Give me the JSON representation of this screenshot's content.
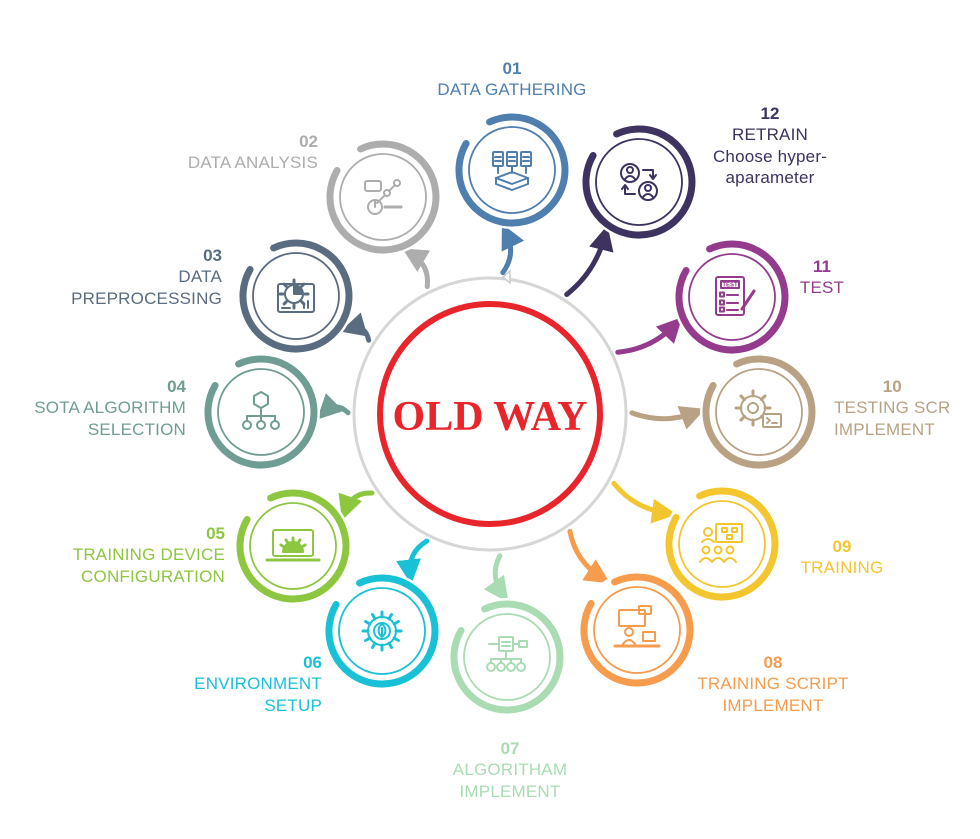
{
  "center": {
    "title": "OLD WAY",
    "color": "#e8252a"
  },
  "steps": [
    {
      "num": "01",
      "lines": [
        "DATA GATHERING"
      ],
      "color": "#4f7fae",
      "icon": "documents-upload-icon"
    },
    {
      "num": "02",
      "lines": [
        "DATA ANALYSIS"
      ],
      "color": "#adadad",
      "icon": "analytics-chart-icon"
    },
    {
      "num": "03",
      "lines": [
        "DATA",
        "PREPROCESSING"
      ],
      "color": "#5a6c80",
      "icon": "gear-report-icon"
    },
    {
      "num": "04",
      "lines": [
        "SOTA ALGORITHM",
        "SELECTION"
      ],
      "color": "#6f9d94",
      "icon": "hierarchy-tree-icon"
    },
    {
      "num": "05",
      "lines": [
        "TRAINING DEVICE",
        "CONFIGURATION"
      ],
      "color": "#8dc63f",
      "icon": "laptop-gear-icon"
    },
    {
      "num": "06",
      "lines": [
        "ENVIRONMENT",
        "SETUP"
      ],
      "color": "#19c1d6",
      "icon": "eco-gear-icon"
    },
    {
      "num": "07",
      "lines": [
        "ALGORITHAM",
        "IMPLEMENT"
      ],
      "color": "#a9dcb2",
      "icon": "flowchart-icon"
    },
    {
      "num": "08",
      "lines": [
        "TRAINING SCRIPT",
        "IMPLEMENT"
      ],
      "color": "#f79b4d",
      "icon": "presenter-desk-icon"
    },
    {
      "num": "09",
      "lines": [
        "TRAINING"
      ],
      "color": "#f3c630",
      "icon": "classroom-board-icon"
    },
    {
      "num": "10",
      "lines": [
        "TESTING SCR",
        "IMPLEMENT"
      ],
      "color": "#b9a283",
      "icon": "gear-terminal-icon"
    },
    {
      "num": "11",
      "lines": [
        "TEST"
      ],
      "color": "#943b8d",
      "icon": "test-clipboard-icon"
    },
    {
      "num": "12",
      "lines": [
        "RETRAIN",
        "Choose hyper-",
        "aparameter"
      ],
      "color": "#3d3260",
      "icon": "user-exchange-icon"
    }
  ]
}
